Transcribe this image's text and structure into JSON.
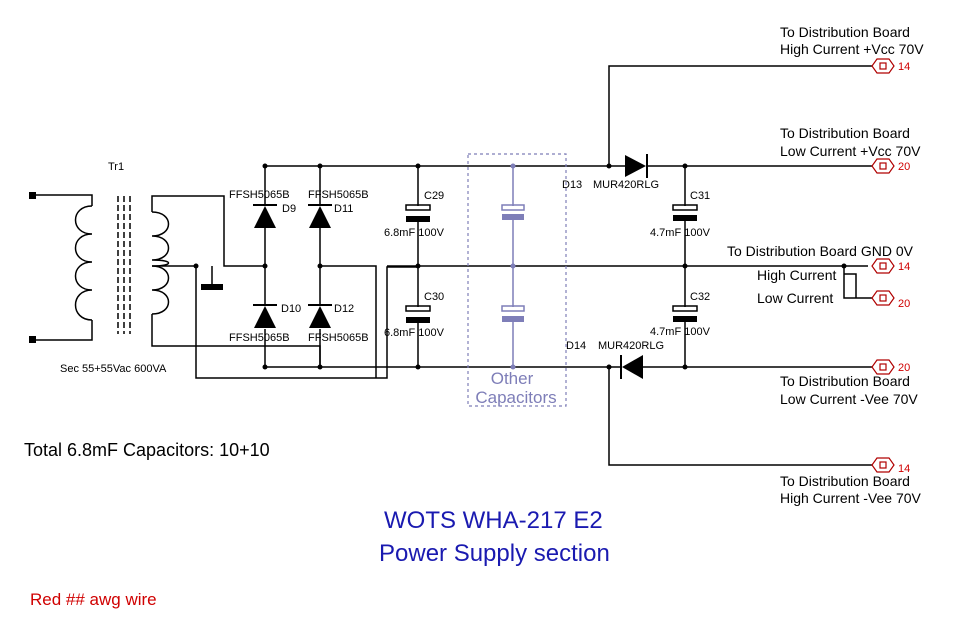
{
  "diagram": {
    "title_line1": "WOTS WHA-217 E2",
    "title_line2": "Power Supply section",
    "total_caps_note": "Total 6.8mF Capacitors: 10+10",
    "wire_note": "Red ## awg wire",
    "colors": {
      "title": "#1a1ab0",
      "note_red": "#d00000",
      "ghost": "#7e7eb8",
      "terminal": "#b00000"
    }
  },
  "transformer": {
    "ref": "Tr1",
    "spec": "Sec 55+55Vac 600VA"
  },
  "diodes": {
    "d9": {
      "ref": "D9",
      "part": "FFSH5065B"
    },
    "d11": {
      "ref": "D11",
      "part": "FFSH5065B"
    },
    "d10": {
      "ref": "D10",
      "part": "FFSH5065B"
    },
    "d12": {
      "ref": "D12",
      "part": "FFSH5065B"
    },
    "d13": {
      "ref": "D13",
      "part": "MUR420RLG"
    },
    "d14": {
      "ref": "D14",
      "part": "MUR420RLG"
    }
  },
  "capacitors": {
    "c29": {
      "ref": "C29",
      "value": "6.8mF 100V"
    },
    "c30": {
      "ref": "C30",
      "value": "6.8mF 100V"
    },
    "c31": {
      "ref": "C31",
      "value": "4.7mF 100V"
    },
    "c32": {
      "ref": "C32",
      "value": "4.7mF 100V"
    },
    "other_line1": "Other",
    "other_line2": "Capacitors"
  },
  "connectors": {
    "hc_vcc": {
      "line1": "To Distribution Board",
      "line2": "High Current +Vcc 70V",
      "awg": "14"
    },
    "lc_vcc": {
      "line1": "To Distribution Board",
      "line2": "Low Current +Vcc 70V",
      "awg": "20"
    },
    "gnd": {
      "line1": "To Distribution Board GND 0V",
      "high": "High Current",
      "low": "Low Current",
      "awg_high": "14",
      "awg_low": "20"
    },
    "lc_vee": {
      "line1": "To Distribution Board",
      "line2": "Low Current -Vee 70V",
      "awg": "20"
    },
    "hc_vee": {
      "line1": "To Distribution Board",
      "line2": "High Current -Vee 70V",
      "awg": "14"
    }
  }
}
